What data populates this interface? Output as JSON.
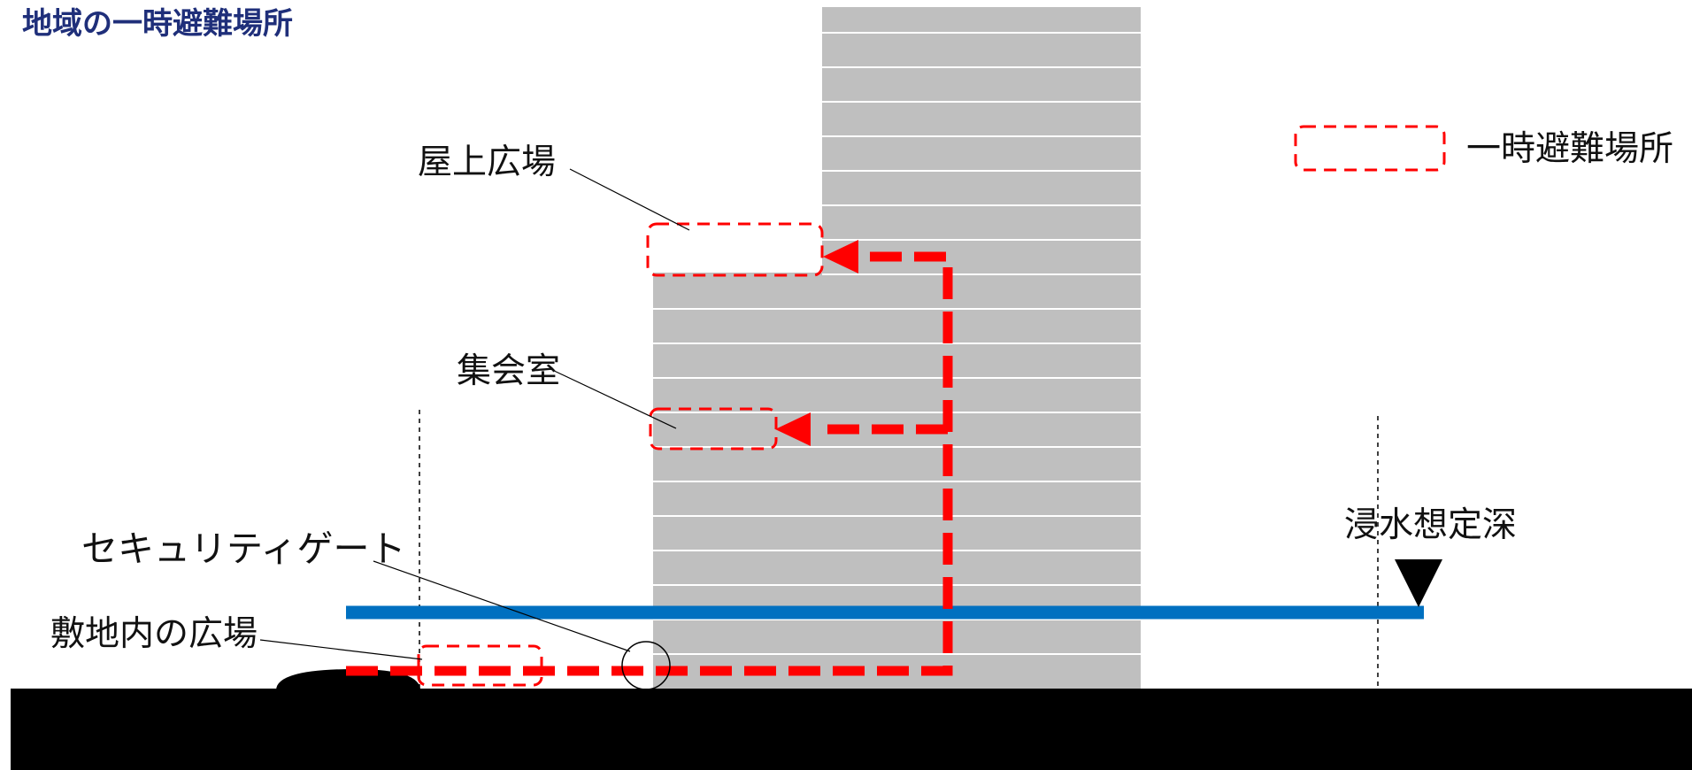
{
  "title": "地域の一時避難場所",
  "legend": {
    "label": "一時避難場所"
  },
  "labels": {
    "rooftop": "屋上広場",
    "meeting_room": "集会室",
    "security_gate": "セキュリティゲート",
    "site_plaza": "敷地内の広場",
    "flood_depth": "浸水想定深"
  },
  "colors": {
    "building": "#bfbfbf",
    "floor_line": "#ffffff",
    "ground": "#000000",
    "flood_line": "#0070c0",
    "evacuation_route": "#ff0000",
    "title": "#1f2f7a"
  }
}
